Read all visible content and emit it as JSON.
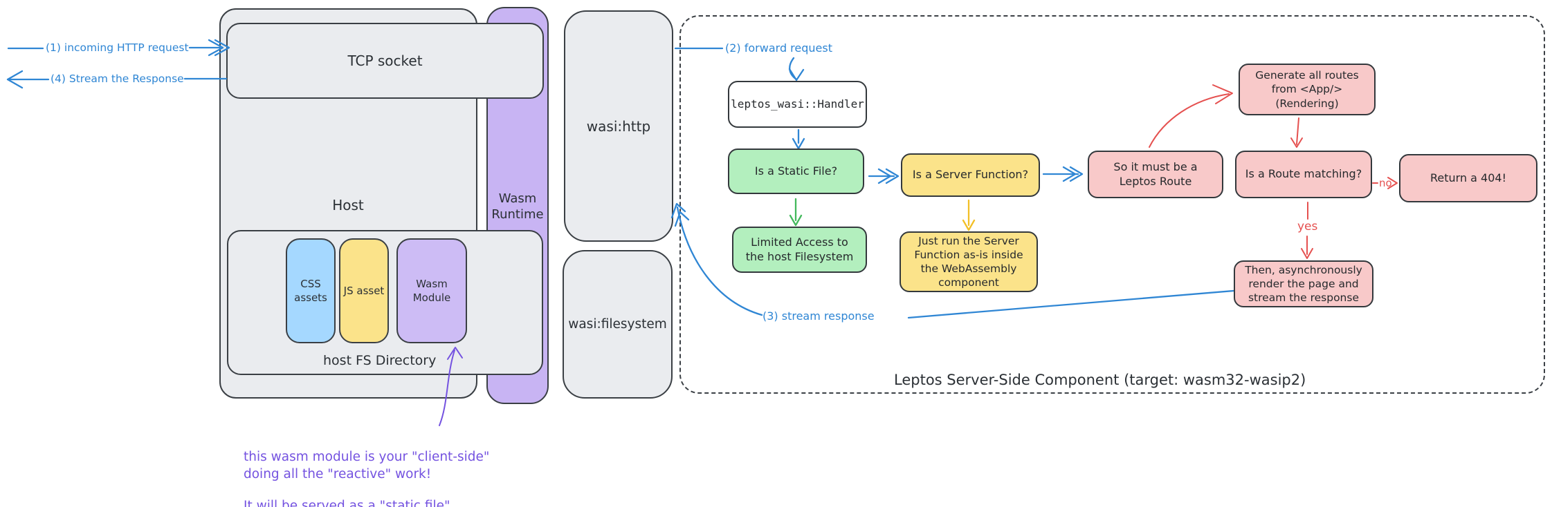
{
  "colors": {
    "gray_fill": "#eaecef",
    "purple_fill": "#c8b4f3",
    "purple_module_fill": "#cdbcf5",
    "blue_fill": "#a5d8ff",
    "yellow_fill": "#fbe38a",
    "green_fill": "#b3efbe",
    "pink_fill": "#f8c9c9",
    "white_fill": "#ffffff",
    "stroke": "#3a3f44",
    "blue_accent": "#2f86d4",
    "red_accent": "#e5504f",
    "green_accent": "#43b95c",
    "yellow_accent": "#f2bf27",
    "purple_accent": "#7452e0"
  },
  "external": {
    "incoming": "(1) incoming HTTP request",
    "stream_out": "(4) Stream the Response"
  },
  "host": {
    "label": "Host",
    "tcp_socket": "TCP socket",
    "wasm_runtime": "Wasm Runtime",
    "fs_directory": "host FS Directory",
    "assets": {
      "css": "CSS assets",
      "js": "JS asset",
      "wasm": "Wasm Module"
    }
  },
  "wasi": {
    "http": "wasi:http",
    "filesystem": "wasi:filesystem"
  },
  "component": {
    "caption": "Leptos Server-Side Component (target: wasm32-wasip2)",
    "nodes": {
      "handler": "leptos_wasi::Handler",
      "static_file": "Is a Static File?",
      "limited_access": "Limited Access to the host Filesystem",
      "server_function": "Is a Server Function?",
      "just_run": "Just run the Server Function as-is inside the WebAssembly component",
      "leptos_route": "So it must be a Leptos Route",
      "generate_routes": "Generate all routes from <App/> (Rendering)",
      "route_matching": "Is a Route matching?",
      "return_404": "Return a 404!",
      "render_stream": "Then, asynchronously render the page and stream the response"
    },
    "edges": {
      "forward": "(2) forward request",
      "stream": "(3) stream response",
      "yes": "yes",
      "no": "no"
    }
  },
  "annotation": {
    "para1": "this wasm module is your \"client-side\"\ndoing all the \"reactive\" work!",
    "para2": "It will be served as a \"static file\"."
  }
}
